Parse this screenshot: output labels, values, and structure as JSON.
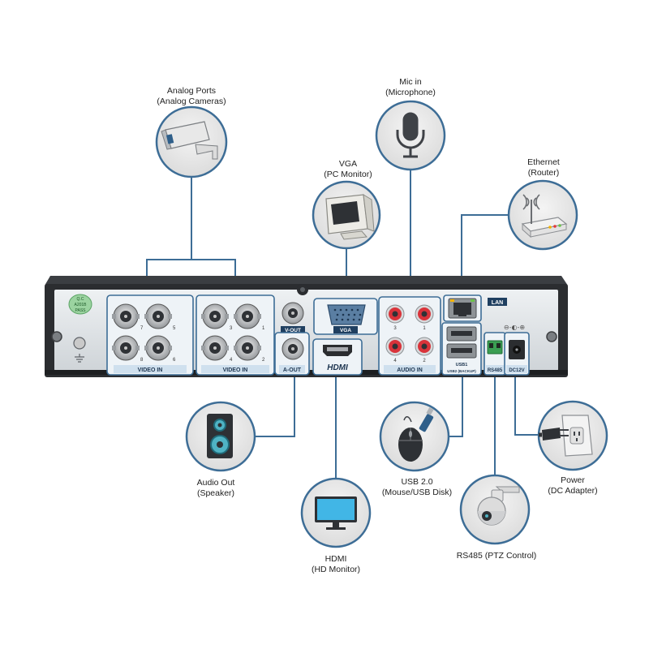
{
  "callouts": {
    "analog": {
      "title": "Analog Ports",
      "subtitle": "(Analog Cameras)"
    },
    "mic": {
      "title": "Mic in",
      "subtitle": "(Microphone)"
    },
    "vga": {
      "title": "VGA",
      "subtitle": "(PC Monitor)"
    },
    "ethernet": {
      "title": "Ethernet",
      "subtitle": "(Router)"
    },
    "audio_out": {
      "title": "Audio Out",
      "subtitle": "(Speaker)"
    },
    "hdmi": {
      "title": "HDMI",
      "subtitle": "(HD  Monitor)"
    },
    "usb": {
      "title": "USB 2.0",
      "subtitle": "(Mouse/USB Disk)"
    },
    "rs485": {
      "title": "RS485 (PTZ Control)",
      "subtitle": ""
    },
    "power": {
      "title": "Power",
      "subtitle": "(DC Adapter)"
    }
  },
  "panel": {
    "video_in_label": "VIDEO IN",
    "a_out_label": "A-OUT",
    "audio_in_label": "AUDIO IN",
    "v_out_label": "V-OUT",
    "vga_label": "VGA",
    "hdmi_logo": "HDMI",
    "lan_label": "LAN",
    "usb_label": "USB1",
    "usb_backup_label": "USB2 (BACKUP)",
    "rs485_label": "RS485",
    "dc_label": "DC12V",
    "qc_sticker": [
      "Q.C",
      "A201B",
      "PASS"
    ],
    "video_channels_group1": [
      "7",
      "5",
      "8",
      "6"
    ],
    "video_channels_group2": [
      "3",
      "1",
      "4",
      "2"
    ],
    "audio_channels": [
      "3",
      "1",
      "4",
      "2"
    ]
  },
  "colors": {
    "callout_ring": "#3d6d96",
    "callout_fill": "#e9e9e9",
    "connector_line": "#3d6d96",
    "panel_face": "#dfe3e6",
    "chassis": "#2b2d30",
    "label_plate": "#cfe0ee"
  }
}
